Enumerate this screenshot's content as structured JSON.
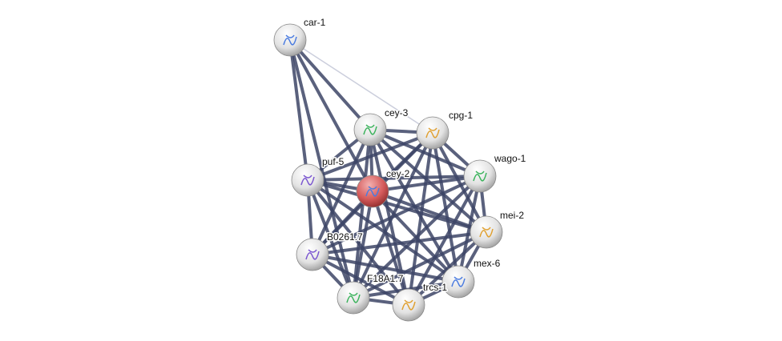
{
  "network": {
    "query_node": "cey-2",
    "colors": {
      "edge": "#3d4566",
      "edge_weak": "#c2c6d6",
      "node": "#e4e4e4",
      "query_node": "#d45a5a"
    },
    "nodes": [
      {
        "id": "car-1",
        "label": "car-1"
      },
      {
        "id": "cey-3",
        "label": "cey-3"
      },
      {
        "id": "cpg-1",
        "label": "cpg-1"
      },
      {
        "id": "puf-5",
        "label": "puf-5"
      },
      {
        "id": "cey-2",
        "label": "cey-2"
      },
      {
        "id": "wago-1",
        "label": "wago-1"
      },
      {
        "id": "mei-2",
        "label": "mei-2"
      },
      {
        "id": "B0261.7",
        "label": "B0261.7"
      },
      {
        "id": "mex-6",
        "label": "mex-6"
      },
      {
        "id": "F18A1.7",
        "label": "F18A1.7"
      },
      {
        "id": "trcs-1",
        "label": "trcs-1"
      }
    ],
    "edges_weak": [
      [
        "car-1",
        "cpg-1"
      ]
    ],
    "edges_extra": [
      [
        "car-1",
        "puf-5"
      ],
      [
        "car-1",
        "cey-3"
      ],
      [
        "car-1",
        "cey-2"
      ],
      [
        "car-1",
        "F18A1.7"
      ]
    ]
  }
}
